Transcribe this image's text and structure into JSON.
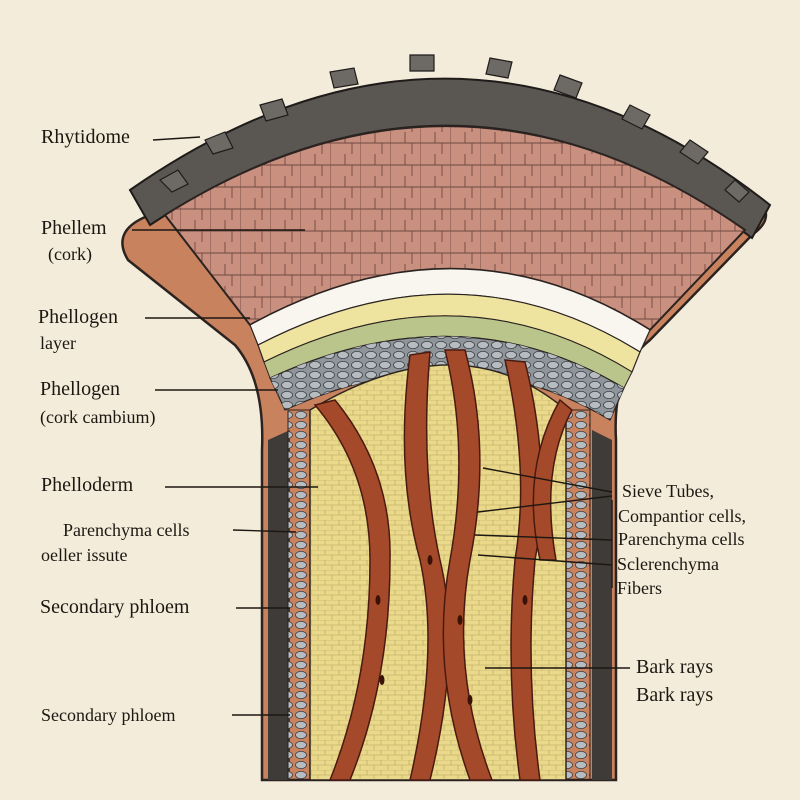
{
  "left_labels": {
    "rhytidome": "Rhytidome",
    "phellem": "Phellem",
    "phellem_sub": "(cork)",
    "phellogen_layer": "Phellogen",
    "phellogen_layer_sub": "layer",
    "phellogen_cambium": "Phellogen",
    "phellogen_cambium_sub": "(cork cambium)",
    "phelloderm": "Phelloderm",
    "parenchyma": "Parenchyma cells",
    "parenchyma_sub": "oeller issute",
    "secondary_phloem_1": "Secondary phloem",
    "secondary_phloem_2": "Secondary phloem"
  },
  "right_labels": {
    "sieve_tubes": "Sieve Tubes,",
    "companion_cells": "Compantior cells,",
    "parenchyma_cells": "Parenchyma cells",
    "sclerenchyma": "Sclerenchyma",
    "fibers": "Fibers",
    "bark_rays_1": "Bark rays",
    "bark_rays_2": "Bark rays"
  },
  "colors": {
    "paper": "#f4ecda",
    "bark": "#5a5753",
    "cork": "#c98f7f",
    "phellogen_yellow": "#efe3a0",
    "phelloderm_grey": "#8f969b",
    "phloem_yellow": "#ead98a",
    "ray_red": "#a44a2a",
    "outline": "#2b2320"
  }
}
